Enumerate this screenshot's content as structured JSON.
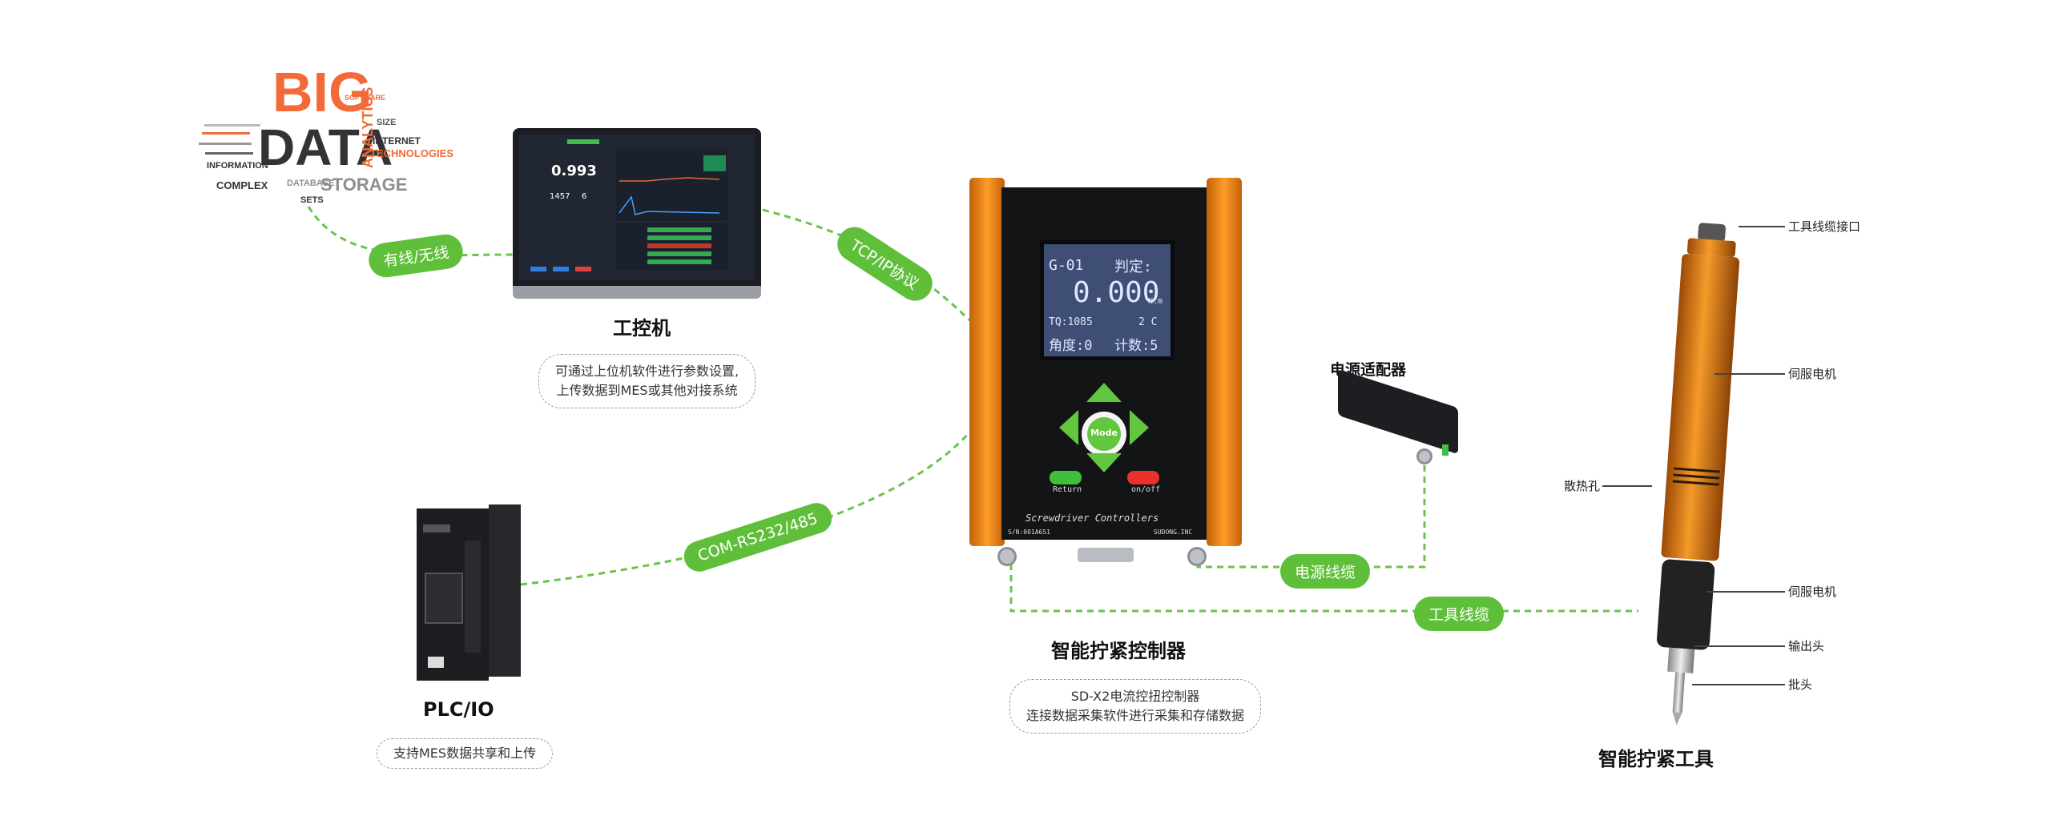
{
  "bigdata": {
    "words": [
      "BIG",
      "DATA",
      "STORAGE",
      "ANALYTICS",
      "INTERNET",
      "TECHNOLOGIES",
      "COMPLEX",
      "DATABASE",
      "INFORMATION",
      "SETS",
      "SIZE",
      "SOFTWARE"
    ]
  },
  "labels": {
    "wired_wireless": "有线/无线",
    "tcpip": "TCP/IP协议",
    "com": "COM-RS232/485",
    "power_cable": "电源线缆",
    "tool_cable": "工具线缆"
  },
  "ipc": {
    "title": "工控机",
    "desc_line1": "可通过上位机软件进行参数设置,",
    "desc_line2": "上传数据到MES或其他对接系统",
    "screen_value": "0.993",
    "screen_count": "1457",
    "screen_num": "6"
  },
  "plc": {
    "title": "PLC/IO",
    "desc": "支持MES数据共享和上传"
  },
  "controller": {
    "title": "智能拧紧控制器",
    "desc_line1": "SD-X2电流控扭控制器",
    "desc_line2": "连接数据采集软件进行采集和存储数据",
    "lcd": {
      "line1_left": "G-01",
      "line1_right": "判定:",
      "value": "0.000",
      "unit": "N.m",
      "tq": "TQ:1085",
      "c": "2 C",
      "angle": "角度:0",
      "count": "计数:5"
    },
    "mode_label": "Mode",
    "return_label": "Return",
    "onoff_label": "on/off",
    "brand_text": "Screwdriver Controllers",
    "serial": "S/N:001A651",
    "maker": "SUDONG.INC"
  },
  "adapter": {
    "title": "电源适配器"
  },
  "tool": {
    "title": "智能拧紧工具",
    "callouts": {
      "cable_port": "工具线缆接口",
      "servo_motor_top": "伺服电机",
      "vent_holes": "散热孔",
      "servo_motor_bottom": "伺服电机",
      "output_head": "输出头",
      "bit": "批头"
    }
  },
  "colors": {
    "green": "#5fbf3a",
    "orange": "#f08a1c",
    "lcd_bg": "#3f4e74"
  }
}
